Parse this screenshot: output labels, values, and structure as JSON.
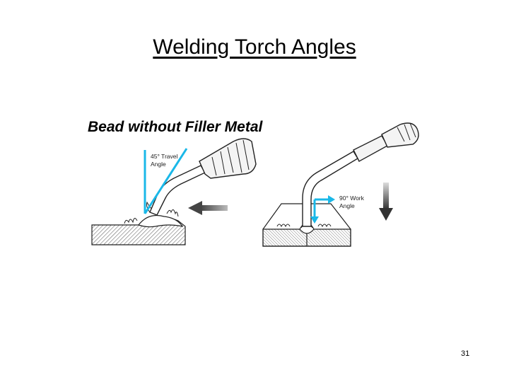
{
  "slide": {
    "title": "Welding Torch Angles",
    "subtitle": "Bead without Filler Metal",
    "page_number": "31"
  },
  "figure_left": {
    "label_line1": "45° Travel",
    "label_line2": "Angle",
    "travel_angle_deg": 45
  },
  "figure_right": {
    "label_line1": "90° Work",
    "label_line2": "Angle",
    "work_angle_deg": 90
  },
  "colors": {
    "angle_line": "#1ab8e8",
    "arrow_dark": "#4a4a4a",
    "hatch": "#555555"
  }
}
